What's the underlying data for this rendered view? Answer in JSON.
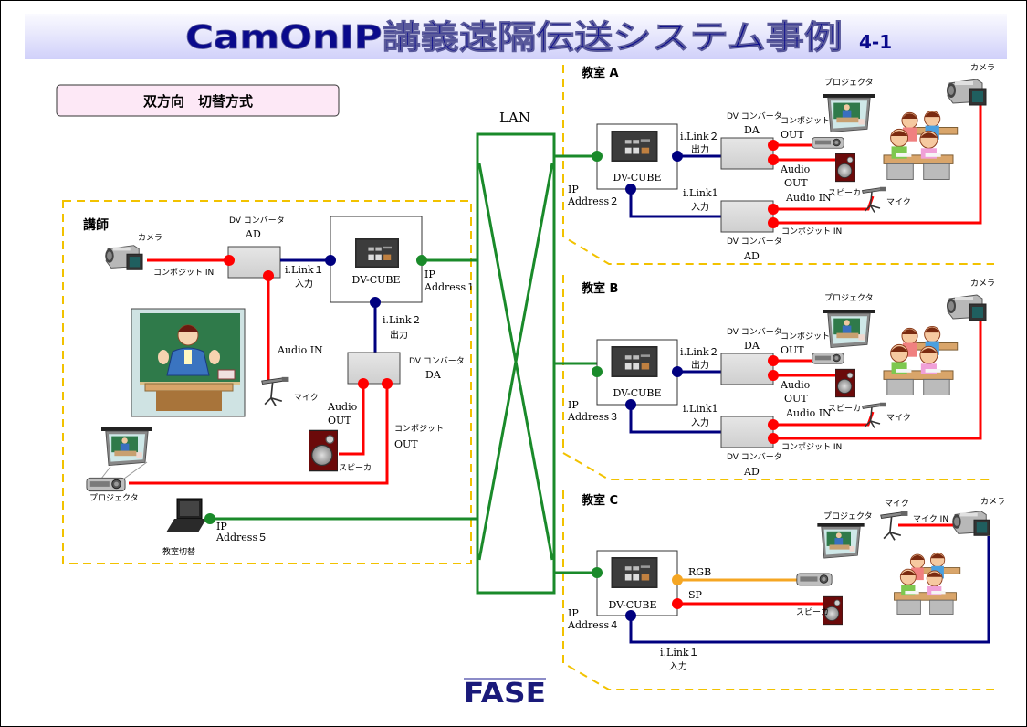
{
  "header": {
    "title": "CamOnIP講義遠隔伝送システム事例",
    "page_number": "4-1",
    "title_color": "#0a0a8c",
    "band_colors": [
      "#f7f7ff",
      "#e4e4fb",
      "#d3d3fa"
    ]
  },
  "mode_label": "双方向　切替方式",
  "colors": {
    "video_line": "#ff0000",
    "ilink_line": "#00007f",
    "lan_line": "#1a8a2a",
    "rgb_line": "#f5a623",
    "zone_border": "#f2c200",
    "mode_box_bg": "#fde8f6",
    "converter_fill": "#d9d9d9",
    "speaker_fill": "#6b0a0a",
    "logo_color": "#1a1a7a"
  },
  "lan": {
    "label": "LAN"
  },
  "lecturer": {
    "label": "講師",
    "camera_label": "カメラ",
    "composite_in": "コンポジット IN",
    "ad_converter": {
      "line1": "DV コンバータ",
      "line2": "AD"
    },
    "ilink1": {
      "line1": "i.Link１",
      "line2": "入力"
    },
    "dvcube_label": "DV-CUBE",
    "ip_address": {
      "line1": "IP",
      "line2": "Address１"
    },
    "ilink2": {
      "line1": "i.Link２",
      "line2": "出力"
    },
    "da_converter": {
      "line1": "DV コンバータ",
      "line2": "DA"
    },
    "audio_in": "Audio IN",
    "mic_label": "マイク",
    "audio_out": {
      "line1": "Audio",
      "line2": "OUT"
    },
    "composite_out": {
      "line1": "コンポジット",
      "line2": "OUT"
    },
    "speaker_label": "スピーカ",
    "projector_label": "プロジェクタ",
    "pc_label": "教室切替",
    "pc_ip": {
      "line1": "IP",
      "line2": "Address５"
    }
  },
  "classrooms": [
    {
      "name": "教室 A",
      "dvcube_label": "DV-CUBE",
      "ip_address": {
        "line1": "IP",
        "line2": "Address２"
      },
      "ilink_out": {
        "line1": "i.Link２",
        "line2": "出力"
      },
      "ilink_in": {
        "line1": "i.Link1",
        "line2": "入力"
      },
      "da_converter": {
        "line1": "DV コンバータ",
        "line2": "DA"
      },
      "ad_converter": {
        "line1": "DV コンバータ",
        "line2": "AD"
      },
      "composite_out": {
        "line1": "コンポジット",
        "line2": "OUT"
      },
      "audio_out": {
        "line1": "Audio",
        "line2": "OUT"
      },
      "audio_in": "Audio IN",
      "composite_in": "コンポジット IN",
      "projector_label": "プロジェクタ",
      "speaker_label": "スピーカ",
      "mic_label": "マイク",
      "camera_label": "カメラ"
    },
    {
      "name": "教室 B",
      "dvcube_label": "DV-CUBE",
      "ip_address": {
        "line1": "IP",
        "line2": "Address３"
      },
      "ilink_out": {
        "line1": "i.Link２",
        "line2": "出力"
      },
      "ilink_in": {
        "line1": "i.Link1",
        "line2": "入力"
      },
      "da_converter": {
        "line1": "DV コンバータ",
        "line2": "DA"
      },
      "ad_converter": {
        "line1": "DV コンバータ",
        "line2": "AD"
      },
      "composite_out": {
        "line1": "コンポジット",
        "line2": "OUT"
      },
      "audio_out": {
        "line1": "Audio",
        "line2": "OUT"
      },
      "audio_in": "Audio IN",
      "composite_in": "コンポジット IN",
      "projector_label": "プロジェクタ",
      "speaker_label": "スピーカ",
      "mic_label": "マイク",
      "camera_label": "カメラ"
    },
    {
      "name": "教室 C",
      "dvcube_label": "DV-CUBE",
      "ip_address": {
        "line1": "IP",
        "line2": "Address４"
      },
      "rgb_label": "RGB",
      "sp_label": "SP",
      "ilink_in": {
        "line1": "i.Link１",
        "line2": "入力"
      },
      "projector_label": "プロジェクタ",
      "speaker_label": "スピーカ",
      "mic_label": "マイク",
      "mic_in": "マイク IN",
      "camera_label": "カメラ"
    }
  ],
  "logo": "FASE"
}
